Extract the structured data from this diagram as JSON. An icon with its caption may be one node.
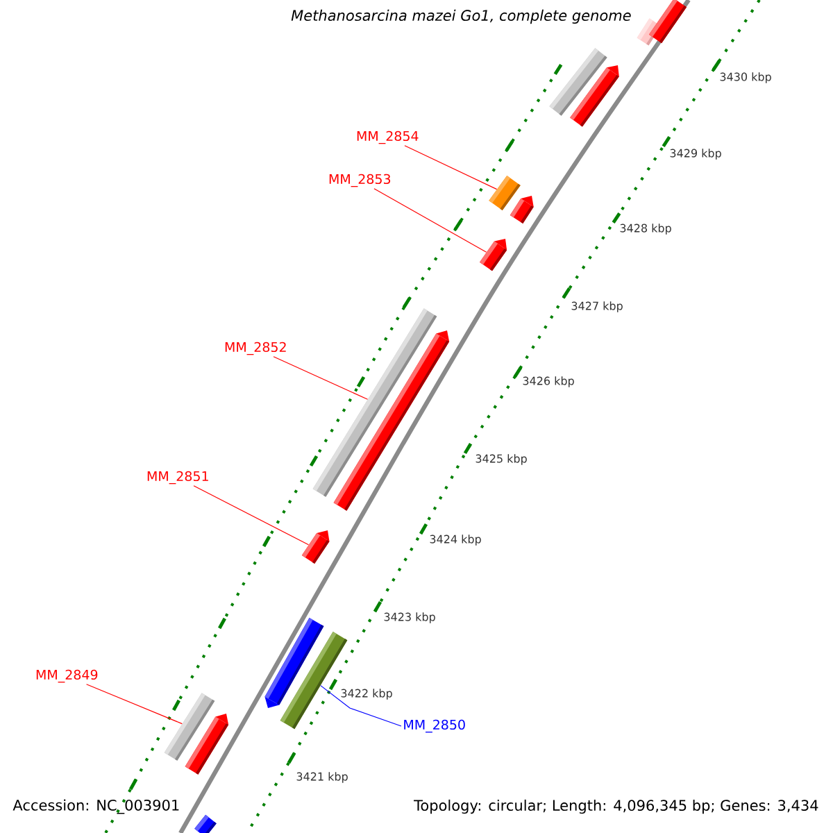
{
  "diagram": {
    "title": "Methanosarcina mazei Go1, complete genome",
    "nodes": [
      {
        "text": [
          "MM_2854"
        ]
      },
      {
        "text": [
          "MM_2853"
        ]
      },
      {
        "text": [
          "MM_2852"
        ]
      },
      {
        "text": [
          "MM_2851"
        ]
      },
      {
        "text": [
          "MM_2849"
        ]
      },
      {
        "text": [
          "MM_2850"
        ]
      },
      {
        "text": [],
        "shape": "bar"
      },
      {
        "text": [],
        "shape": "bar"
      },
      {
        "text": [],
        "shape": "bar"
      },
      {
        "text": [],
        "shape": "bar"
      },
      {
        "text": [],
        "shape": "bar"
      },
      {
        "text": [],
        "shape": "bar"
      },
      {
        "text": [],
        "shape": "bar"
      },
      {
        "text": [],
        "shape": "bar"
      },
      {
        "text": [],
        "shape": "bar"
      },
      {
        "text": [],
        "shape": "bar"
      },
      {
        "text": [],
        "shape": "bar"
      },
      {
        "text": [],
        "shape": "bar"
      },
      {
        "text": [],
        "shape": "bar"
      },
      {
        "text": [],
        "shape": "bar"
      },
      {
        "text": [],
        "shape": "bar"
      }
    ],
    "edges": [
      {
        "from": 0,
        "to": 10,
        "arrow": "none"
      },
      {
        "from": 1,
        "to": 12,
        "arrow": "none"
      },
      {
        "from": 2,
        "to": 13,
        "arrow": "none"
      },
      {
        "from": 3,
        "to": 15,
        "arrow": "none"
      },
      {
        "from": 4,
        "to": 18,
        "arrow": "none"
      },
      {
        "from": 5,
        "to": 17,
        "arrow": "none",
        "color": "#0000ff"
      }
    ],
    "labels": [
      "3430 kbp",
      "3429 kbp",
      "3428 kbp",
      "3427 kbp",
      "3426 kbp",
      "3425 kbp",
      "3424 kbp",
      "3423 kbp",
      "3422 kbp",
      "3421 kbp",
      "Accession: NC_003901",
      "Topology: circular; Length: 4,096,345 bp; Genes: 3,434"
    ]
  }
}
